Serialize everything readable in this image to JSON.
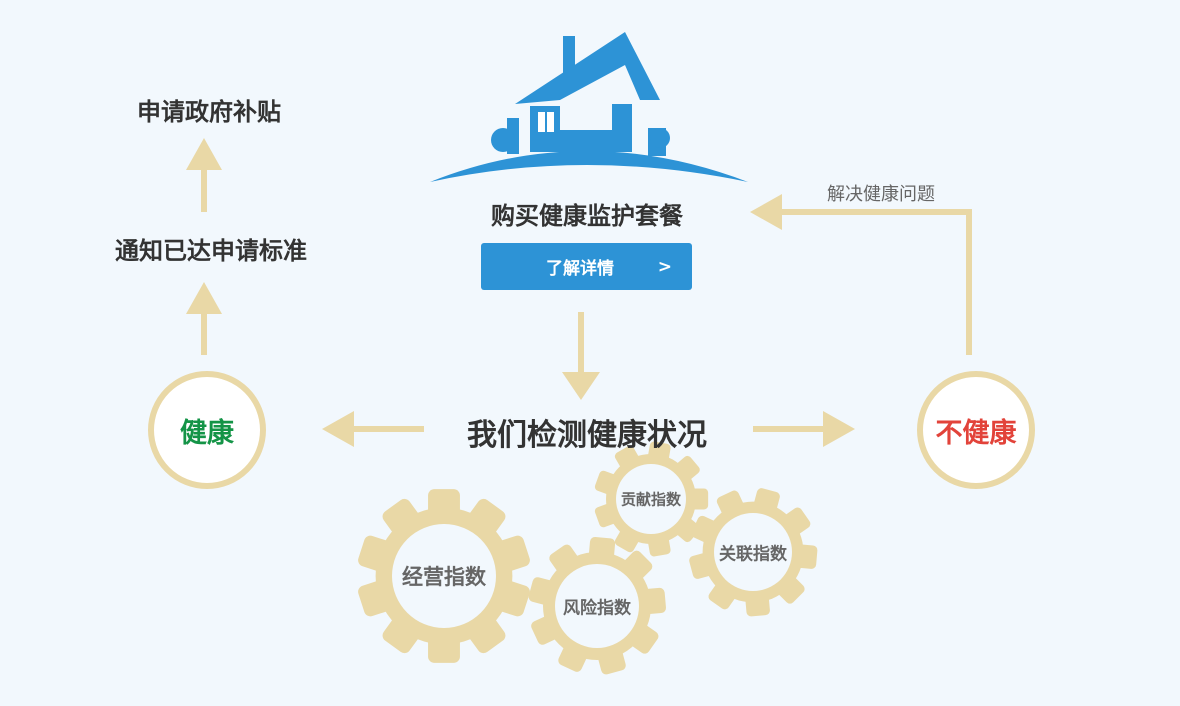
{
  "top_left": {
    "subsidy": "申请政府补贴",
    "notify": "通知已达申请标准"
  },
  "center": {
    "title": "购买健康监护套餐",
    "button_label": "了解详情",
    "button_arrow": ">",
    "check": "我们检测健康状况"
  },
  "right": {
    "solve": "解决健康问题"
  },
  "states": {
    "healthy": "健康",
    "unhealthy": "不健康"
  },
  "gears": {
    "operation": "经营指数",
    "contribution": "贡献指数",
    "risk": "风险指数",
    "relation": "关联指数"
  },
  "colors": {
    "background": "#f2f8fd",
    "arrow": "#e9d8a6",
    "house": "#2d93d6",
    "healthy": "#149447",
    "unhealthy": "#e2433a"
  }
}
